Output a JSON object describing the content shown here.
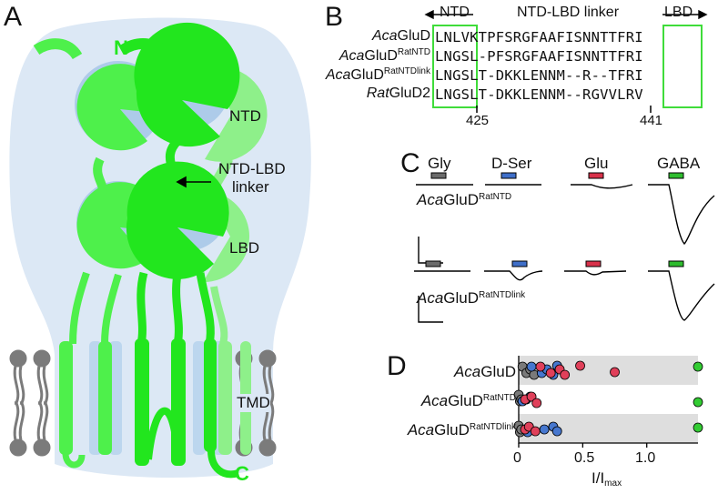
{
  "panels": {
    "A": "A",
    "B": "B",
    "C": "C",
    "D": "D"
  },
  "panelA": {
    "labels": {
      "N": "N",
      "C": "C",
      "NTD": "NTD",
      "linker_line1": "NTD-LBD",
      "linker_line2": "linker",
      "LBD": "LBD",
      "TMD": "TMD"
    }
  },
  "panelB": {
    "header": {
      "ntd": "NTD",
      "linker": "NTD-LBD linker",
      "lbd": "LBD"
    },
    "rows": [
      {
        "name_italic": "Aca",
        "name": "GluD",
        "sup": "",
        "seq": "LNLVKTPFSRGFAAFISNNTTFRI"
      },
      {
        "name_italic": "Aca",
        "name": "GluD",
        "sup": "RatNTD",
        "seq": "LNGSL-PFSRGFAAFISNNTTFRI"
      },
      {
        "name_italic": "Aca",
        "name": "GluD",
        "sup": "RatNTDlink",
        "seq": "LNGSLT-DKKLENNM--R--TFRI"
      },
      {
        "name_italic": "Rat",
        "name": "GluD2",
        "sup": "",
        "seq": "LNGSLT-DKKLENNM--RGVVLRV"
      }
    ],
    "positions": [
      "425",
      "441"
    ]
  },
  "panelC": {
    "ligands": [
      "Gly",
      "D-Ser",
      "Glu",
      "GABA"
    ],
    "ligand_colors": [
      "#6b6b6b",
      "#3f6fc9",
      "#d8314a",
      "#2ebc2e"
    ],
    "trace1_name_italic": "Aca",
    "trace1_name": "GluD",
    "trace1_sup": "RatNTD",
    "trace2_name_italic": "Aca",
    "trace2_name": "GluD",
    "trace2_sup": "RatNTDlink"
  },
  "panelD": {
    "rows": [
      {
        "name_italic": "Aca",
        "name": "GluD",
        "sup": ""
      },
      {
        "name_italic": "Aca",
        "name": "GluD",
        "sup": "RatNTD"
      },
      {
        "name_italic": "Aca",
        "name": "GluD",
        "sup": "RatNTDlink"
      }
    ],
    "xticks": [
      "0",
      "0.5",
      "1.0"
    ],
    "xlabel_main": "I/I",
    "xlabel_sub": "max"
  },
  "chart_data": {
    "type": "scatter",
    "title": "",
    "xlabel": "I/Imax",
    "xlim": [
      0,
      1.4
    ],
    "categories": [
      "AcaGluD",
      "AcaGluD RatNTD",
      "AcaGluD RatNTDlink"
    ],
    "series": [
      {
        "name": "Gly",
        "color": "#7a7a7a",
        "points": [
          [
            0,
            0.03
          ],
          [
            0,
            0.06
          ],
          [
            0,
            0.09
          ],
          [
            0,
            0.12
          ],
          [
            1,
            0.0
          ],
          [
            1,
            0.01
          ],
          [
            1,
            0.02
          ],
          [
            2,
            0.0
          ],
          [
            2,
            0.01
          ],
          [
            2,
            0.02
          ]
        ]
      },
      {
        "name": "D-Ser",
        "color": "#4677cf",
        "points": [
          [
            0,
            0.1
          ],
          [
            0,
            0.18
          ],
          [
            0,
            0.22
          ],
          [
            0,
            0.27
          ],
          [
            0,
            0.3
          ],
          [
            1,
            0.03
          ],
          [
            1,
            0.06
          ],
          [
            1,
            0.09
          ],
          [
            2,
            0.07
          ],
          [
            2,
            0.2
          ],
          [
            2,
            0.27
          ],
          [
            2,
            0.3
          ]
        ]
      },
      {
        "name": "Glu",
        "color": "#e0405a",
        "points": [
          [
            0,
            0.17
          ],
          [
            0,
            0.25
          ],
          [
            0,
            0.32
          ],
          [
            0,
            0.36
          ],
          [
            0,
            0.48
          ],
          [
            0,
            0.75
          ],
          [
            1,
            0.05
          ],
          [
            1,
            0.1
          ],
          [
            1,
            0.14
          ],
          [
            2,
            0.05
          ],
          [
            2,
            0.08
          ],
          [
            2,
            0.13
          ]
        ]
      },
      {
        "name": "GABA",
        "color": "#33cc33",
        "points": [
          [
            0,
            1.4
          ],
          [
            1,
            1.4
          ],
          [
            2,
            1.4
          ]
        ]
      }
    ]
  }
}
